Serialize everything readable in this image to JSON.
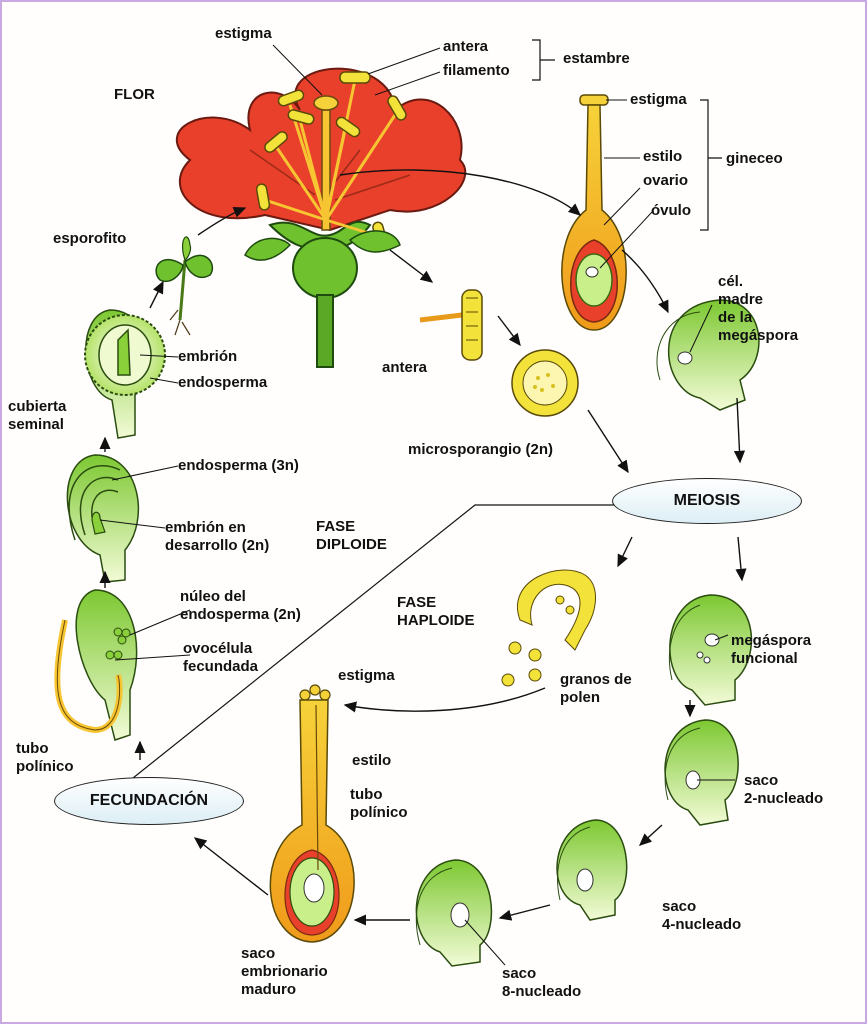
{
  "labels": {
    "flor": "FLOR",
    "estigma_top": "estigma",
    "antera_top": "antera",
    "filamento": "filamento",
    "estambre": "estambre",
    "estigma_pistil": "estigma",
    "estilo_pistil": "estilo",
    "ovario": "ovario",
    "ovulo": "óvulo",
    "gineceo": "gineceo",
    "cel_madre": "cél.\nmadre\nde  la\nmegáspora",
    "esporofito": "esporofito",
    "embrion": "embrión",
    "endosperma": "endosperma",
    "cubierta": "cubierta\nseminal",
    "antera": "antera",
    "microsporangio": "microsporangio (2n)",
    "endosperma3n": "endosperma (3n)",
    "embrion_desarrollo": "embrión en\ndesarrollo (2n)",
    "fase_diploide": "FASE\nDIPLOIDE",
    "fase_haploide": "FASE\nHAPLOIDE",
    "nucleo_endosperma": "núleo del\nendosperma (2n)",
    "ovocelula": "ovocélula\nfecundada",
    "megaspora_funcional": "megáspora\nfuncional",
    "granos_polen": "granos de\npolen",
    "estigma_bottom": "estigma",
    "tubo_polinico_left": "tubo\npolínico",
    "estilo_bottom": "estilo",
    "tubo_polinico_bottom": "tubo\npolínico",
    "saco2": "saco\n2-nucleado",
    "saco4": "saco\n4-nucleado",
    "saco8": "saco\n8-nucleado",
    "saco_maduro": "saco\nembrionario\nmaduro"
  },
  "nodes": {
    "meiosis": "MEIOSIS",
    "fecundacion": "FECUNDACIÓN"
  },
  "colors": {
    "petal": "#e8402a",
    "anther": "#f2e23a",
    "green": "#6fc12e",
    "light_green": "#d8f0a0",
    "ovary_orange": "#e86a1e",
    "style_yellow": "#f6c531",
    "frame": "#c9a9e0"
  }
}
